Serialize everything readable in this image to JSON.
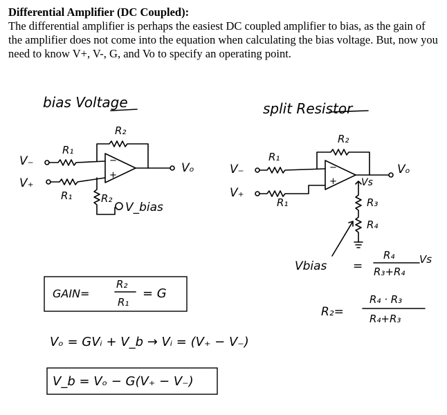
{
  "document": {
    "title": "Differential Amplifier (DC Coupled):",
    "paragraph": "The differential amplifier is perhaps the easiest DC coupled amplifier to bias, as the gain of the amplifier does not come into the equation when calculating the bias voltage.  But, now you need to know V+, V-, G, and Vo to specify an operating point."
  },
  "sketch": {
    "bias_heading": "bias Voltage",
    "split_heading": "split Resistor",
    "left_circuit": {
      "r2_top": "R₂",
      "r1_top": "R₁",
      "r1_bottom": "R₁",
      "r2_bottom": "R₂",
      "vminus": "V₋",
      "vplus": "V₊",
      "vo": "Vₒ",
      "vbias": "V_bias",
      "minus_sign": "−",
      "plus_sign": "+"
    },
    "right_circuit": {
      "r2_top": "R₂",
      "r1_top": "R₁",
      "r1_bottom": "R₁",
      "vminus": "V₋",
      "vplus": "V₊",
      "vo": "Vₒ",
      "vs": "Vs",
      "r3": "R₃",
      "r4": "R₄",
      "minus_sign": "−",
      "plus_sign": "+"
    },
    "equations": {
      "gain_label": "GAIN=",
      "gain_num": "R₂",
      "gain_den": "R₁",
      "gain_rhs": "= G",
      "vbias_label": "Vbias",
      "vbias_eq": "=",
      "vbias_num": "R₄",
      "vbias_den": "R₃+R₄",
      "vbias_vs": "Vs",
      "r2_label": "R₂=",
      "r2_num": "R₄ · R₃",
      "r2_den": "R₄+R₃",
      "vo_eq": "Vₒ = GVᵢ + V_b  → Vᵢ = (V₊ − V₋)",
      "vb_eq": "V_b = Vₒ − G(V₊ − V₋)"
    }
  }
}
